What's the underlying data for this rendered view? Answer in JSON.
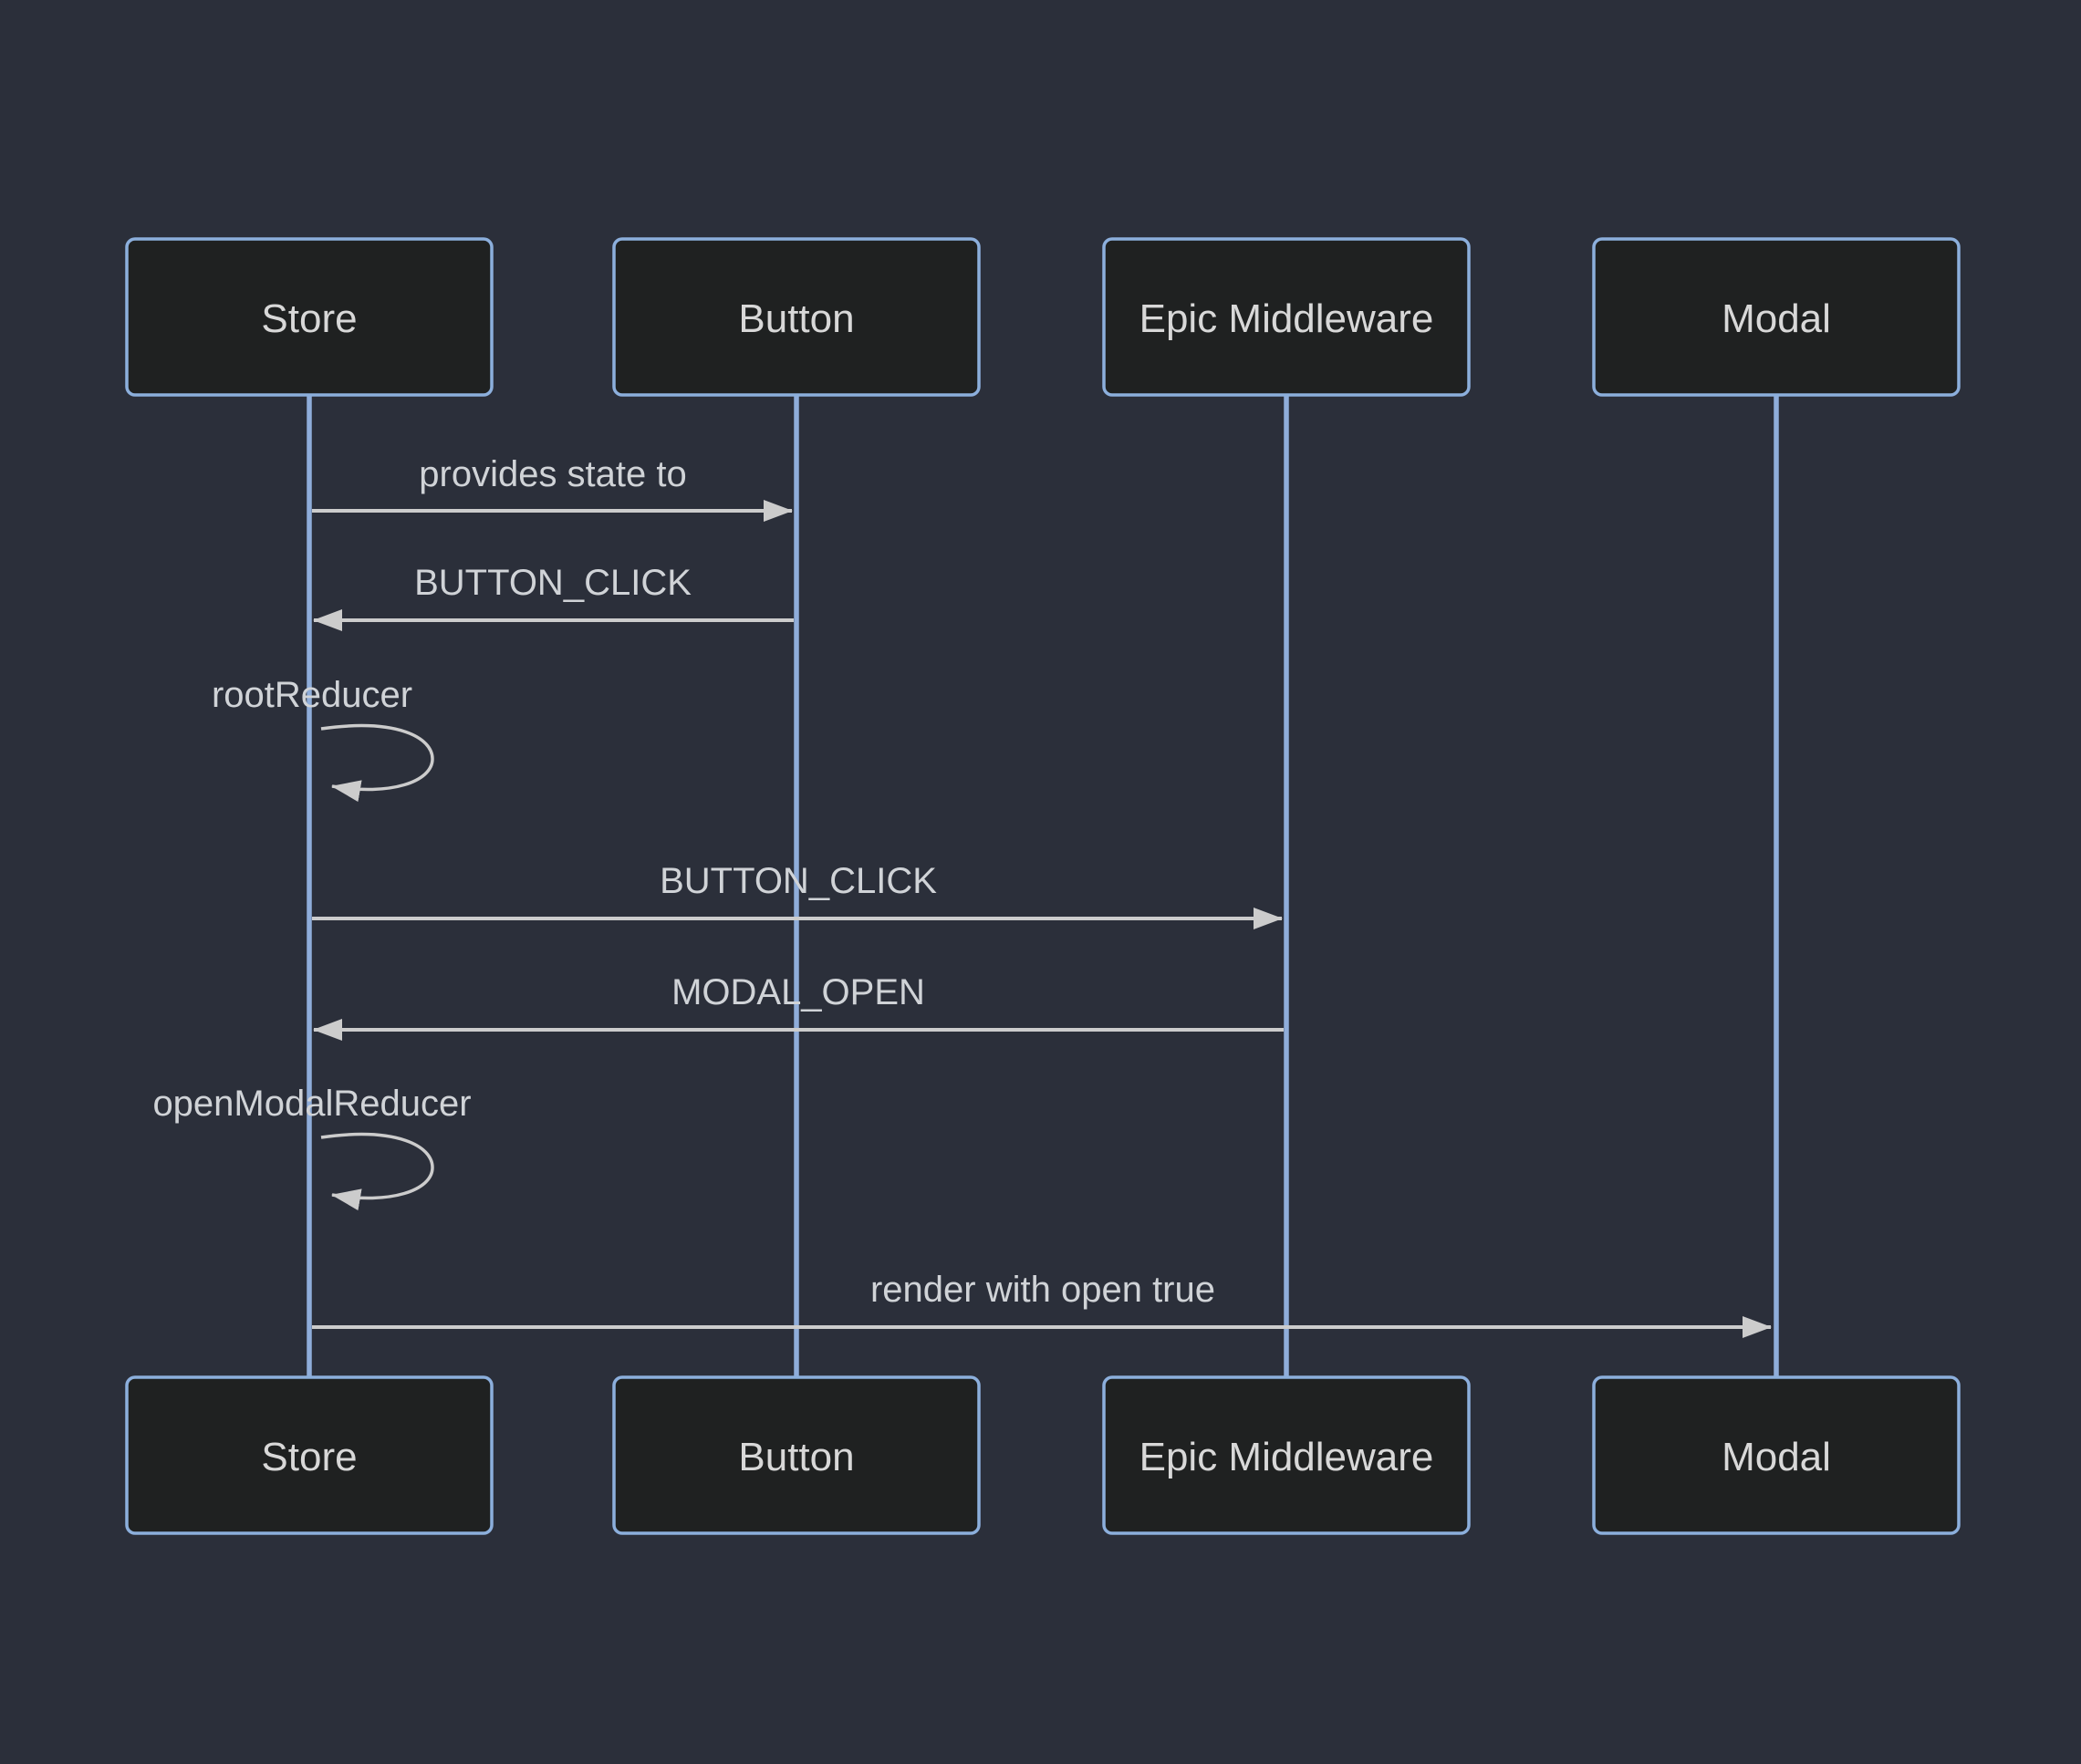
{
  "diagram": {
    "type": "sequence-diagram",
    "actors": [
      {
        "id": "store",
        "name": "Store"
      },
      {
        "id": "button",
        "name": "Button"
      },
      {
        "id": "epic",
        "name": "Epic Middleware"
      },
      {
        "id": "modal",
        "name": "Modal"
      }
    ],
    "messages": [
      {
        "from": "Store",
        "to": "Button",
        "label": "provides state to",
        "direction": "right"
      },
      {
        "from": "Button",
        "to": "Store",
        "label": "BUTTON_CLICK",
        "direction": "left"
      },
      {
        "from": "Store",
        "to": "Store",
        "label": "rootReducer",
        "direction": "self"
      },
      {
        "from": "Store",
        "to": "Epic Middleware",
        "label": "BUTTON_CLICK",
        "direction": "right"
      },
      {
        "from": "Epic Middleware",
        "to": "Store",
        "label": "MODAL_OPEN",
        "direction": "left"
      },
      {
        "from": "Store",
        "to": "Store",
        "label": "openModalReducer",
        "direction": "self"
      },
      {
        "from": "Store",
        "to": "Modal",
        "label": "render with open true",
        "direction": "right"
      }
    ],
    "colors": {
      "background": "#2b2f3a",
      "actor_fill": "#1f2121",
      "actor_border": "#8cafdc",
      "actor_text": "#d8d8d8",
      "lifeline": "#8fadda",
      "message_line": "#cccccc",
      "message_text": "#d0d3d7"
    }
  }
}
